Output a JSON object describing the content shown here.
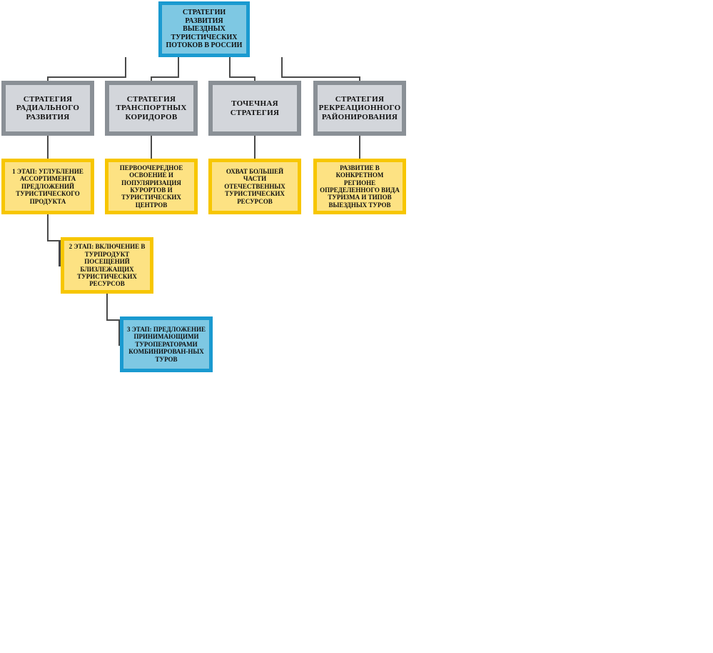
{
  "diagram": {
    "root": {
      "label": "СТРАТЕГИИ РАЗВИТИЯ ВЫЕЗДНЫХ ТУРИСТИЧЕСКИХ ПОТОКОВ В РОССИИ"
    },
    "strategies": [
      {
        "label": "СТРАТЕГИЯ РАДИАЛЬНОГО РАЗВИТИЯ"
      },
      {
        "label": "СТРАТЕГИЯ ТРАНСПОРТНЫХ КОРИДОРОВ"
      },
      {
        "label": "ТОЧЕЧНАЯ СТРАТЕГИЯ"
      },
      {
        "label": "СТРАТЕГИЯ РЕКРЕАЦИОННОГО РАЙОНИРОВАНИЯ"
      }
    ],
    "descriptions": [
      {
        "label": "1 ЭТАП: УГЛУБЛЕНИЕ АССОРТИМЕНТА ПРЕДЛОЖЕНИЙ ТУРИСТИЧЕСКОГО ПРОДУКТА"
      },
      {
        "label": "ПЕРВООЧЕРЕДНОЕ ОСВОЕНИЕ И ПОПУЛЯРИЗАЦИЯ КУРОРТОВ И ТУРИСТИЧЕСКИХ ЦЕНТРОВ"
      },
      {
        "label": "ОХВАТ БОЛЬШЕЙ ЧАСТИ ОТЕЧЕСТВЕННЫХ ТУРИСТИЧЕСКИХ РЕСУРСОВ"
      },
      {
        "label": "РАЗВИТИЕ В КОНКРЕТНОМ РЕГИОНЕ ОПРЕДЕЛЕННОГО ВИДА ТУРИЗМА И ТИПОВ ВЫЕЗДНЫХ ТУРОВ"
      }
    ],
    "stage2": {
      "label": "2 ЭТАП: ВКЛЮЧЕНИЕ В ТУРПРОДУКТ ПОСЕЩЕНИЙ БЛИЗЛЕЖАЩИХ ТУРИСТИЧЕСКИХ РЕСУРСОВ"
    },
    "stage3": {
      "label": "3 ЭТАП: ПРЕДЛОЖЕНИЕ ПРИНИМАЮЩИМИ ТУРОПЕРАТОРАМИ КОМБИНИРОВАН-НЫХ ТУРОВ"
    },
    "colors": {
      "root_fill": "#7ec8e3",
      "root_border": "#1a9ad0",
      "strategy_fill": "#d3d6db",
      "strategy_border": "#8a9096",
      "description_fill": "#fde283",
      "description_border": "#f7c600",
      "connector": "#4a4a4a"
    }
  }
}
